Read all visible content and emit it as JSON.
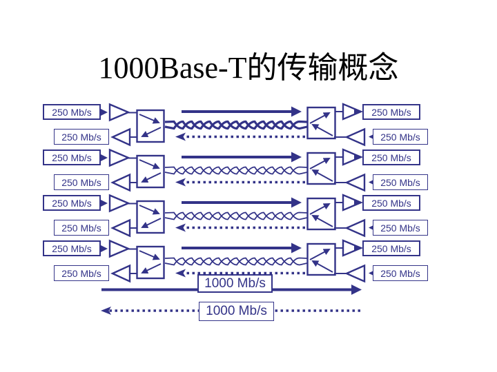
{
  "slide": {
    "title": "1000Base-T的传输概念"
  },
  "colors": {
    "diagram_navy": "#333388",
    "title_black": "#000000",
    "background": "#ffffff"
  },
  "lanes": [
    {
      "left_transmit_label": "250 Mb/s",
      "left_receive_label": "250 Mb/s",
      "right_receive_label": "250 Mb/s",
      "right_transmit_label": "250 Mb/s"
    },
    {
      "left_transmit_label": "250 Mb/s",
      "left_receive_label": "250 Mb/s",
      "right_receive_label": "250 Mb/s",
      "right_transmit_label": "250 Mb/s"
    },
    {
      "left_transmit_label": "250 Mb/s",
      "left_receive_label": "250 Mb/s",
      "right_receive_label": "250 Mb/s",
      "right_transmit_label": "250 Mb/s"
    },
    {
      "left_transmit_label": "250 Mb/s",
      "left_receive_label": "250 Mb/s",
      "right_receive_label": "250 Mb/s",
      "right_transmit_label": "250 Mb/s"
    }
  ],
  "aggregate": {
    "forward_label": "1000 Mb/s",
    "reverse_label": "1000 Mb/s"
  }
}
